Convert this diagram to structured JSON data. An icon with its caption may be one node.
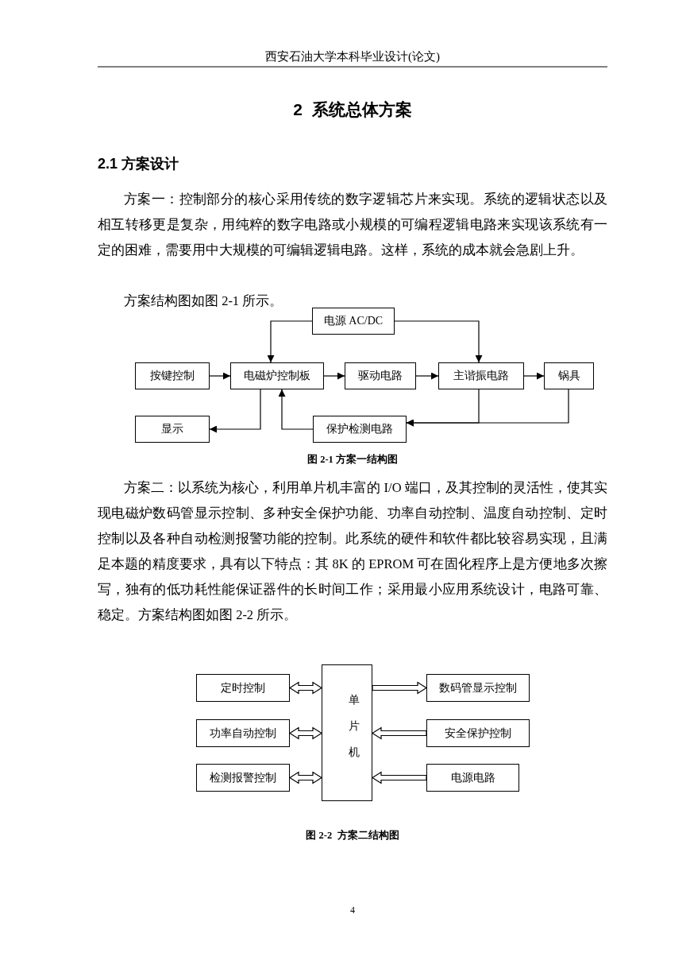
{
  "diagram": {
    "title": "2  系统总体方案",
    "nodes": [
      {
        "text": [
          "电源 AC/DC"
        ]
      },
      {
        "text": [
          "按键控制"
        ]
      },
      {
        "text": [
          "电磁炉控制板"
        ]
      },
      {
        "text": [
          "驱动电路"
        ]
      },
      {
        "text": [
          "主谐振电路"
        ]
      },
      {
        "text": [
          "锅具"
        ]
      },
      {
        "text": [
          "显示"
        ]
      },
      {
        "text": [
          "保护检测电路"
        ]
      },
      {
        "text": [
          "定时控制"
        ]
      },
      {
        "text": [
          "功率自动控制"
        ]
      },
      {
        "text": [
          "检测报警控制"
        ]
      },
      {
        "text": [
          "单片机"
        ]
      },
      {
        "text": [
          "数码管显示控制"
        ]
      },
      {
        "text": [
          "安全保护控制"
        ]
      },
      {
        "text": [
          "电源电路"
        ]
      }
    ],
    "edges": [
      {
        "from": 0,
        "to": 2,
        "arrow": "to"
      },
      {
        "from": 0,
        "to": 4,
        "arrow": "to"
      },
      {
        "from": 1,
        "to": 2,
        "arrow": "to"
      },
      {
        "from": 2,
        "to": 3,
        "arrow": "to"
      },
      {
        "from": 3,
        "to": 4,
        "arrow": "to"
      },
      {
        "from": 4,
        "to": 5,
        "arrow": "to"
      },
      {
        "from": 2,
        "to": 6,
        "arrow": "to"
      },
      {
        "from": 7,
        "to": 2,
        "arrow": "to"
      },
      {
        "from": 4,
        "to": 7,
        "arrow": "to"
      },
      {
        "from": 5,
        "to": 7,
        "arrow": "to"
      },
      {
        "from": 8,
        "to": 11,
        "arrow": "both",
        "style": "thick"
      },
      {
        "from": 9,
        "to": 11,
        "arrow": "both",
        "style": "thick"
      },
      {
        "from": 10,
        "to": 11,
        "arrow": "both",
        "style": "thick"
      },
      {
        "from": 11,
        "to": 12,
        "arrow": "to",
        "style": "thick"
      },
      {
        "from": 13,
        "to": 11,
        "arrow": "to",
        "style": "thick"
      },
      {
        "from": 14,
        "to": 11,
        "arrow": "to",
        "style": "thick"
      }
    ],
    "labels": [
      "西安石油大学本科毕业设计(论文)",
      "2.1 方案设计",
      "方案一：控制部分的核心采用传统的数字逻辑芯片来实现。系统的逻辑状态以及相互转移更是复杂，用纯粹的数字电路或小规模的可编程逻辑电路来实现该系统有一定的困难，需要用中大规模的可编辑逻辑电路。这样，系统的成本就会急剧上升。",
      "方案结构图如图 2-1 所示。",
      "图 2-1 方案一结构图",
      "方案二：以系统为核心，利用单片机丰富的 I/O 端口，及其控制的灵活性，使其实现电磁炉数码管显示控制、多种安全保护功能、功率自动控制、温度自动控制、定时控制以及各种自动检测报警功能的控制。此系统的硬件和软件都比较容易实现，且满足本题的精度要求，具有以下特点：其 8K 的 EPROM 可在固化程序上是方便地多次擦写，独有的低功耗性能保证器件的长时间工作；采用最小应用系统设计，电路可靠、稳定。方案结构图如图 2-2 所示。",
      "图 2-2  方案二结构图",
      "4"
    ]
  }
}
